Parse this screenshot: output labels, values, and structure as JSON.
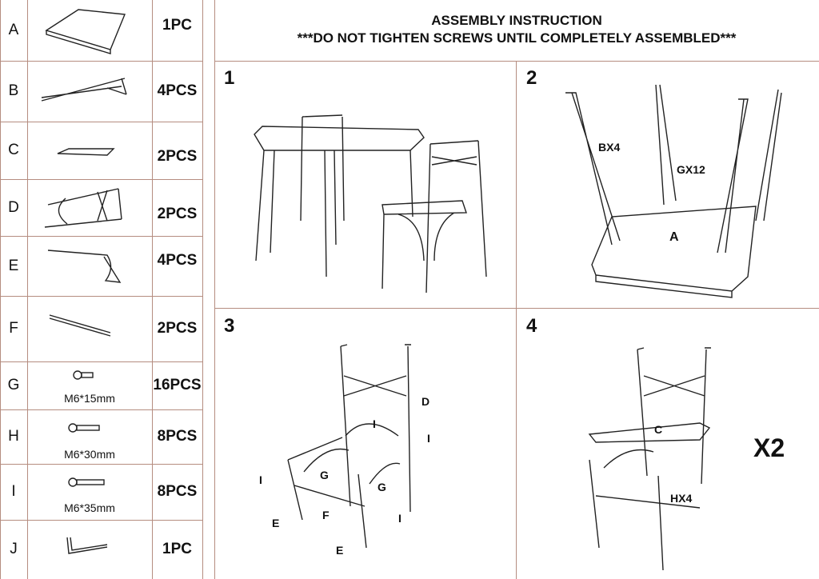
{
  "header": {
    "title": "ASSEMBLY INSTRUCTION",
    "warning": "***DO NOT TIGHTEN SCREWS UNTIL COMPLETELY ASSEMBLED***"
  },
  "parts": [
    {
      "letter": "A",
      "qty": "1PC"
    },
    {
      "letter": "B",
      "qty": "4PCS"
    },
    {
      "letter": "C",
      "qty": "2PCS"
    },
    {
      "letter": "D",
      "qty": "2PCS"
    },
    {
      "letter": "E",
      "qty": "4PCS"
    },
    {
      "letter": "F",
      "qty": "2PCS"
    },
    {
      "letter": "G",
      "qty": "16PCS",
      "spec": "M6*15mm"
    },
    {
      "letter": "H",
      "qty": "8PCS",
      "spec": "M6*30mm"
    },
    {
      "letter": "I",
      "qty": "8PCS",
      "spec": "M6*35mm"
    },
    {
      "letter": "J",
      "qty": "1PC"
    }
  ],
  "steps": [
    {
      "number": "1"
    },
    {
      "number": "2",
      "labels": [
        "BX4",
        "GX12",
        "A"
      ]
    },
    {
      "number": "3",
      "labels": [
        "D",
        "I",
        "I",
        "G",
        "G",
        "I",
        "F",
        "I",
        "E",
        "E"
      ]
    },
    {
      "number": "4",
      "labels": [
        "C",
        "HX4"
      ],
      "multiplier": "X2"
    }
  ]
}
